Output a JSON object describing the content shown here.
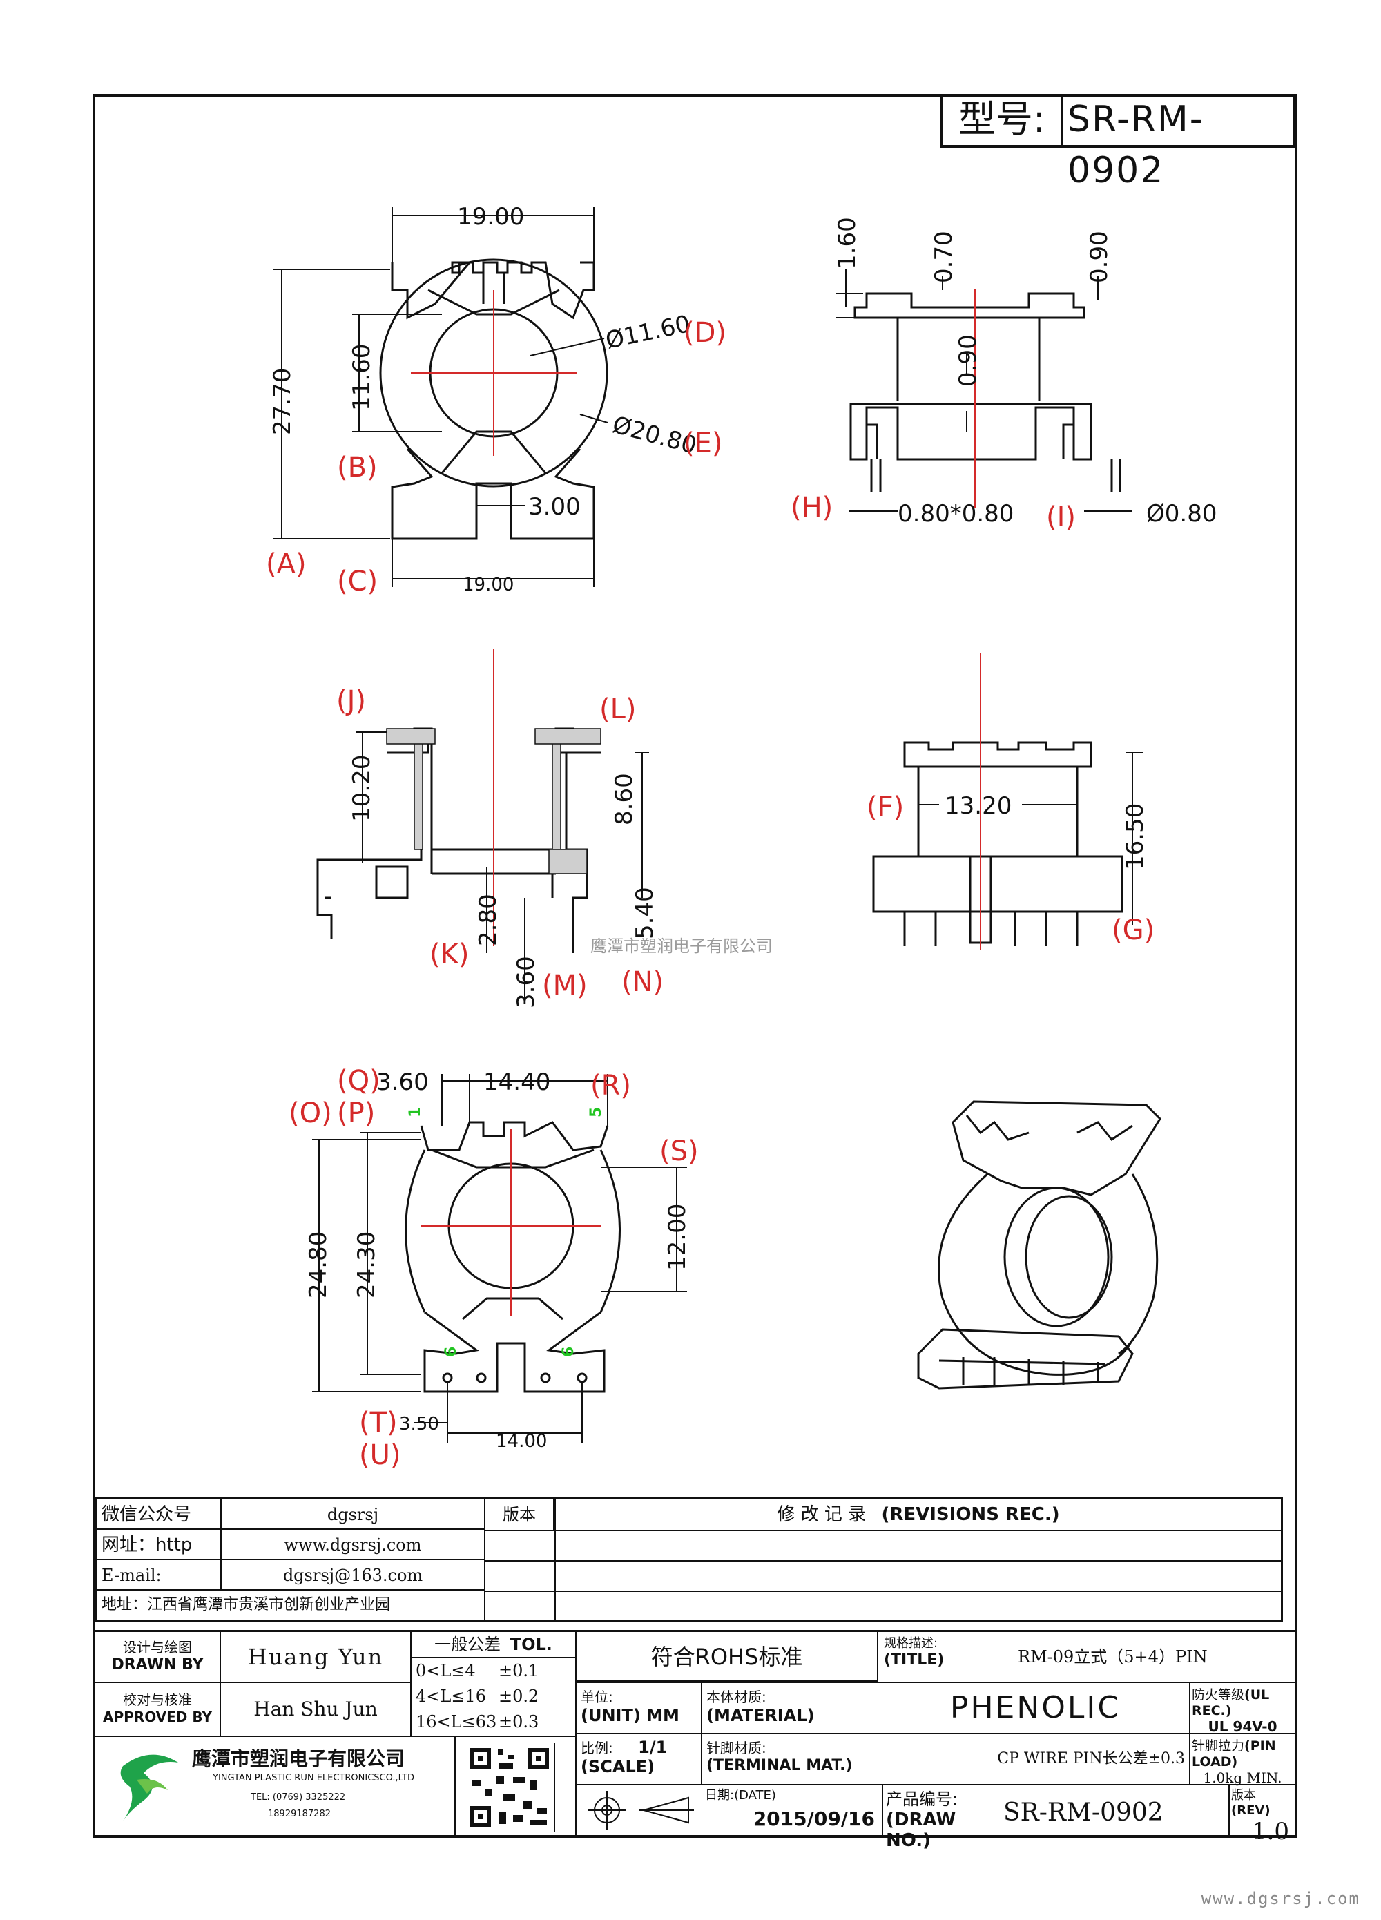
{
  "header": {
    "model_label": "型号:",
    "model_value": "SR-RM-0902"
  },
  "views": {
    "top_view": {
      "dims": [
        "19.00",
        "27.70",
        "11.60",
        "Ø11.60",
        "Ø20.80",
        "3.00",
        "19.00"
      ],
      "labels": [
        "(B)",
        "(A)",
        "(C)",
        "(D)",
        "(E)"
      ]
    },
    "side_view": {
      "dims": [
        "1.60",
        "0.70",
        "0.90",
        "0.90",
        "0.80*0.80",
        "Ø0.80"
      ],
      "labels": [
        "(H)",
        "(I)"
      ]
    },
    "section_view": {
      "dims": [
        "10.20",
        "8.60",
        "2.80",
        "3.60",
        "5.40"
      ],
      "labels": [
        "(J)",
        "(L)",
        "(K)",
        "(M)",
        "(N)"
      ]
    },
    "front_view": {
      "dims": [
        "13.20",
        "16.50"
      ],
      "labels": [
        "(F)",
        "(G)"
      ]
    },
    "bottom_view": {
      "dims": [
        "3.60",
        "14.40",
        "24.80",
        "24.30",
        "12.00",
        "3.50",
        "14.00"
      ],
      "labels": [
        "(Q)",
        "(R)",
        "(O)",
        "(P)",
        "(S)",
        "(T)",
        "(U)"
      ],
      "pins": [
        "1",
        "5",
        "6",
        "6"
      ]
    },
    "watermark": "鹰潭市塑润电子有限公司"
  },
  "info_table": {
    "rows": [
      {
        "label": "微信公众号",
        "value": "dgsrsj"
      },
      {
        "label": "网址：http",
        "value": "www.dgsrsj.com"
      },
      {
        "label": "E-mail:",
        "value": "dgsrsj@163.com"
      }
    ],
    "address": "地址：江西省鹰潭市贵溪市创新创业产业园",
    "version_label": "版本",
    "revisions_label": "修 改 记 录",
    "revisions_en": "(REVISIONS REC.)"
  },
  "title_block": {
    "designer_cn": "设计与绘图",
    "designer_en": "DRAWN BY",
    "designer_name": "Huang Yun",
    "approver_cn": "校对与核准",
    "approver_en": "APPROVED BY",
    "approver_name": "Han Shu Jun",
    "tol_title": "一般公差",
    "tol_en": "TOL.",
    "tol_rows": [
      {
        "range": "0<L≤4",
        "value": "±0.1"
      },
      {
        "range": "4<L≤16",
        "value": "±0.2"
      },
      {
        "range": "16<L≤63",
        "value": "±0.3"
      }
    ],
    "rohs": "符合ROHS标准",
    "spec_cn": "规格描述:",
    "spec_en": "(TITLE)",
    "spec_value": "RM-09立式（5+4）PIN",
    "unit_cn": "单位:",
    "unit_en": "(UNIT)",
    "unit_value": "MM",
    "material_cn": "本体材质:",
    "material_en": "(MATERIAL)",
    "material_value": "PHENOLIC",
    "ul_cn": "防火等级",
    "ul_en": "(UL REC.)",
    "ul_value": "UL 94V-0",
    "scale_cn": "比例:",
    "scale_en": "(SCALE)",
    "scale_value": "1/1",
    "terminal_cn": "针脚材质:",
    "terminal_en": "(TERMINAL MAT.)",
    "terminal_value": "CP WIRE  PIN长公差±0.3",
    "pin_load_cn": "针脚拉力",
    "pin_load_en": "(PIN LOAD)",
    "pin_load_value": "1.0kg MIN.",
    "date_cn": "日期:",
    "date_en": "(DATE)",
    "date_value": "2015/09/16",
    "drawno_cn": "产品编号:",
    "drawno_en": "(DRAW NO.)",
    "drawno_value": "SR-RM-0902",
    "rev_cn": "版本",
    "rev_en": "(REV)",
    "rev_value": "1.0",
    "company_cn": "鹰潭市塑润电子有限公司",
    "company_en": "YINGTAN PLASTIC RUN ELECTRONICSCO.,LTD",
    "company_tel": "TEL: (0769) 3325222",
    "company_mobile": "18929187282"
  },
  "footer_url": "www.dgsrsj.com"
}
